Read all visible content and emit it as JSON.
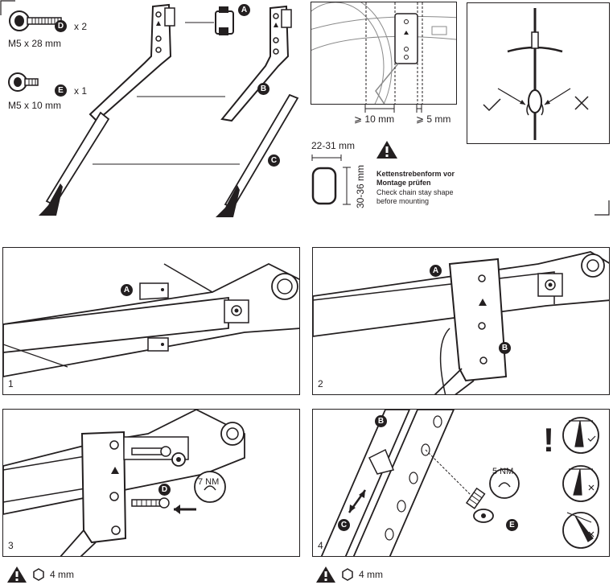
{
  "parts": {
    "screw_d": {
      "label": "M5 x 28 mm",
      "badge": "D",
      "qty": "x 2"
    },
    "screw_e": {
      "label": "M5 x 10 mm",
      "badge": "E",
      "qty": "x 1"
    },
    "part_a": {
      "badge": "A"
    },
    "part_b": {
      "badge": "B"
    },
    "part_c": {
      "badge": "C"
    }
  },
  "fit_diagram": {
    "clearance_left": "⩾ 10 mm",
    "clearance_right": "⩾ 5 mm"
  },
  "chainstay": {
    "width": "22-31 mm",
    "height": "30-36 mm",
    "warning_de_line1": "Kettenstrebenform vor",
    "warning_de_line2": "Montage prüfen",
    "warning_en_line1": "Check chain stay shape",
    "warning_en_line2": "before mounting"
  },
  "steps": {
    "s1": {
      "num": "1",
      "badge": "A"
    },
    "s2": {
      "num": "2",
      "badge_a": "A",
      "badge_b": "B"
    },
    "s3": {
      "num": "3",
      "torque": "7 NM",
      "badge": "D"
    },
    "s4": {
      "num": "4",
      "torque": "5 NM",
      "badge_b": "B",
      "badge_c": "C",
      "badge_e": "E",
      "exclaim": "!"
    }
  },
  "footer": {
    "tool_left": "4 mm",
    "tool_right": "4 mm"
  },
  "colors": {
    "ink": "#231f20",
    "gray": "#8a8a8a",
    "light": "#d9d9d9"
  }
}
